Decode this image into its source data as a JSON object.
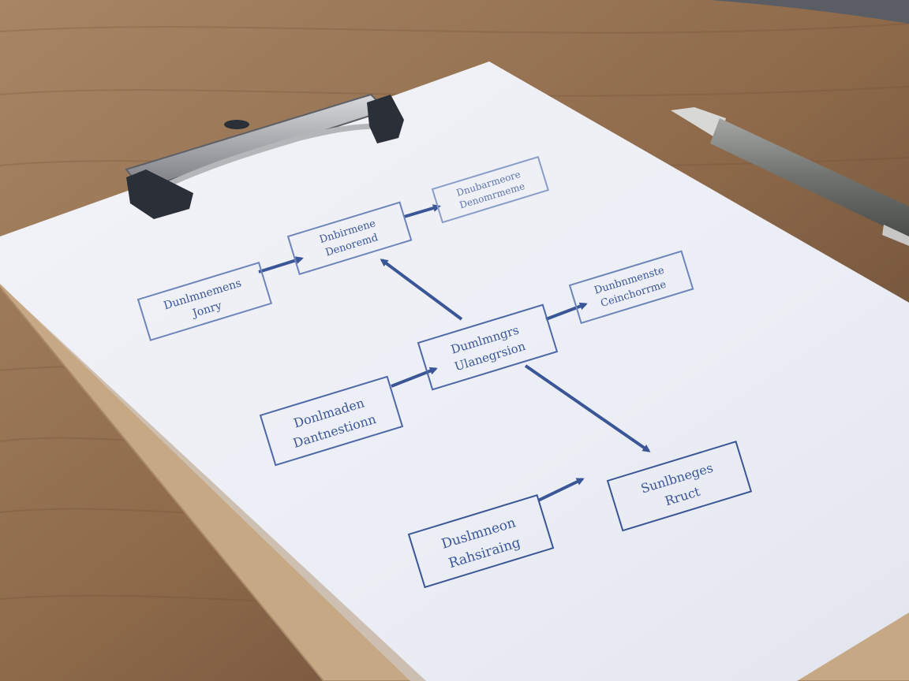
{
  "scene": {
    "description_colors": {
      "desk_light": "#a4805e",
      "desk_dark": "#6e4f35",
      "clipboard": "#c9ad8a",
      "paper": "#eef0f6",
      "ink": "#3a5696",
      "clip_metal": "#9a9aa0",
      "clip_dark": "#2a2f38",
      "pen": "#7d7f7c"
    }
  },
  "diagram": {
    "nodes": [
      {
        "id": "n1",
        "line1": "Dunlmnemens",
        "line2": "Jonry"
      },
      {
        "id": "n2",
        "line1": "Dnbirmene",
        "line2": "Denoremd"
      },
      {
        "id": "n3",
        "line1": "Dnubarmeore",
        "line2": "Denomrmeme"
      },
      {
        "id": "n4",
        "line1": "Dumlmngrs",
        "line2": "Ulanegrsion"
      },
      {
        "id": "n5",
        "line1": "Dunbnmenste",
        "line2": "Ceinchorrme"
      },
      {
        "id": "n6",
        "line1": "Donlmaden",
        "line2": "Dantnestionn"
      },
      {
        "id": "n7",
        "line1": "Sunlbneges",
        "line2": "Rruct"
      },
      {
        "id": "n8",
        "line1": "Duslmneon",
        "line2": "Rahsiraing"
      }
    ]
  }
}
